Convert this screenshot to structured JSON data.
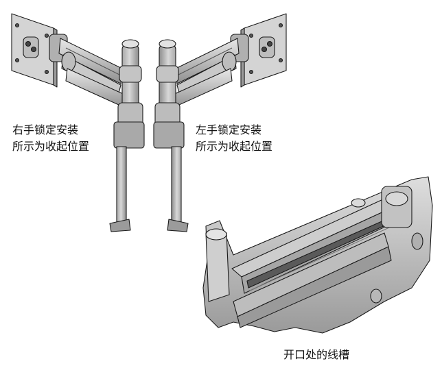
{
  "captions": {
    "right_hand": {
      "line1": "右手锁定安装",
      "line2": "所示为收起位置"
    },
    "left_hand": {
      "line1": "左手锁定安装",
      "line2": "所示为收起位置"
    },
    "cable_slot": "开口处的线槽"
  },
  "colors": {
    "metal_light": "#dcdcdc",
    "metal_mid": "#b4b4b4",
    "metal_dark": "#8a8a8a",
    "outline": "#1a1a1a"
  },
  "icons": {
    "right_mount": "monitor-arm-right-illustration",
    "left_mount": "monitor-arm-left-illustration",
    "detail": "cable-slot-detail-illustration"
  }
}
